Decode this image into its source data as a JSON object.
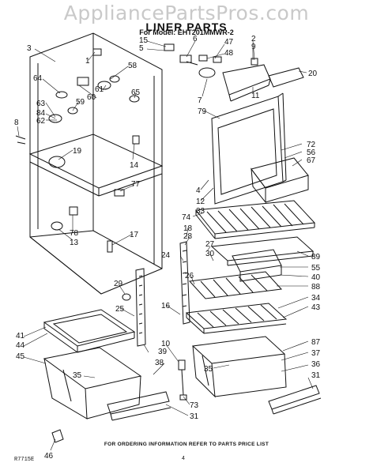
{
  "watermark": "AppliancePartsPros.com",
  "title": "LINER PARTS",
  "model_line": "For Model: EHT201MMWR-2",
  "footer_note": "FOR ORDERING INFORMATION REFER TO PARTS PRICE LIST",
  "doc_number": "R7715E",
  "page_number": "4",
  "callouts": [
    {
      "label": "15"
    },
    {
      "label": "5"
    },
    {
      "label": "6"
    },
    {
      "label": "47"
    },
    {
      "label": "48"
    },
    {
      "label": "2"
    },
    {
      "label": "9"
    },
    {
      "label": "3"
    },
    {
      "label": "58"
    },
    {
      "label": "20"
    },
    {
      "label": "64"
    },
    {
      "label": "1"
    },
    {
      "label": "7"
    },
    {
      "label": "11"
    },
    {
      "label": "61"
    },
    {
      "label": "60"
    },
    {
      "label": "59"
    },
    {
      "label": "65"
    },
    {
      "label": "79"
    },
    {
      "label": "63"
    },
    {
      "label": "84"
    },
    {
      "label": "62"
    },
    {
      "label": "8"
    },
    {
      "label": "19"
    },
    {
      "label": "14"
    },
    {
      "label": "72"
    },
    {
      "label": "56"
    },
    {
      "label": "67"
    },
    {
      "label": "77"
    },
    {
      "label": "4"
    },
    {
      "label": "12"
    },
    {
      "label": "33"
    },
    {
      "label": "74"
    },
    {
      "label": "78"
    },
    {
      "label": "13"
    },
    {
      "label": "17"
    },
    {
      "label": "18"
    },
    {
      "label": "28"
    },
    {
      "label": "27"
    },
    {
      "label": "30"
    },
    {
      "label": "24"
    },
    {
      "label": "89"
    },
    {
      "label": "55"
    },
    {
      "label": "40"
    },
    {
      "label": "26"
    },
    {
      "label": "88"
    },
    {
      "label": "29"
    },
    {
      "label": "34"
    },
    {
      "label": "25"
    },
    {
      "label": "43"
    },
    {
      "label": "16"
    },
    {
      "label": "41"
    },
    {
      "label": "44"
    },
    {
      "label": "39"
    },
    {
      "label": "45"
    },
    {
      "label": "10"
    },
    {
      "label": "87"
    },
    {
      "label": "37"
    },
    {
      "label": "38"
    },
    {
      "label": "36"
    },
    {
      "label": "35"
    },
    {
      "label": "35"
    },
    {
      "label": "31"
    },
    {
      "label": "73"
    },
    {
      "label": "31"
    },
    {
      "label": "46"
    }
  ]
}
